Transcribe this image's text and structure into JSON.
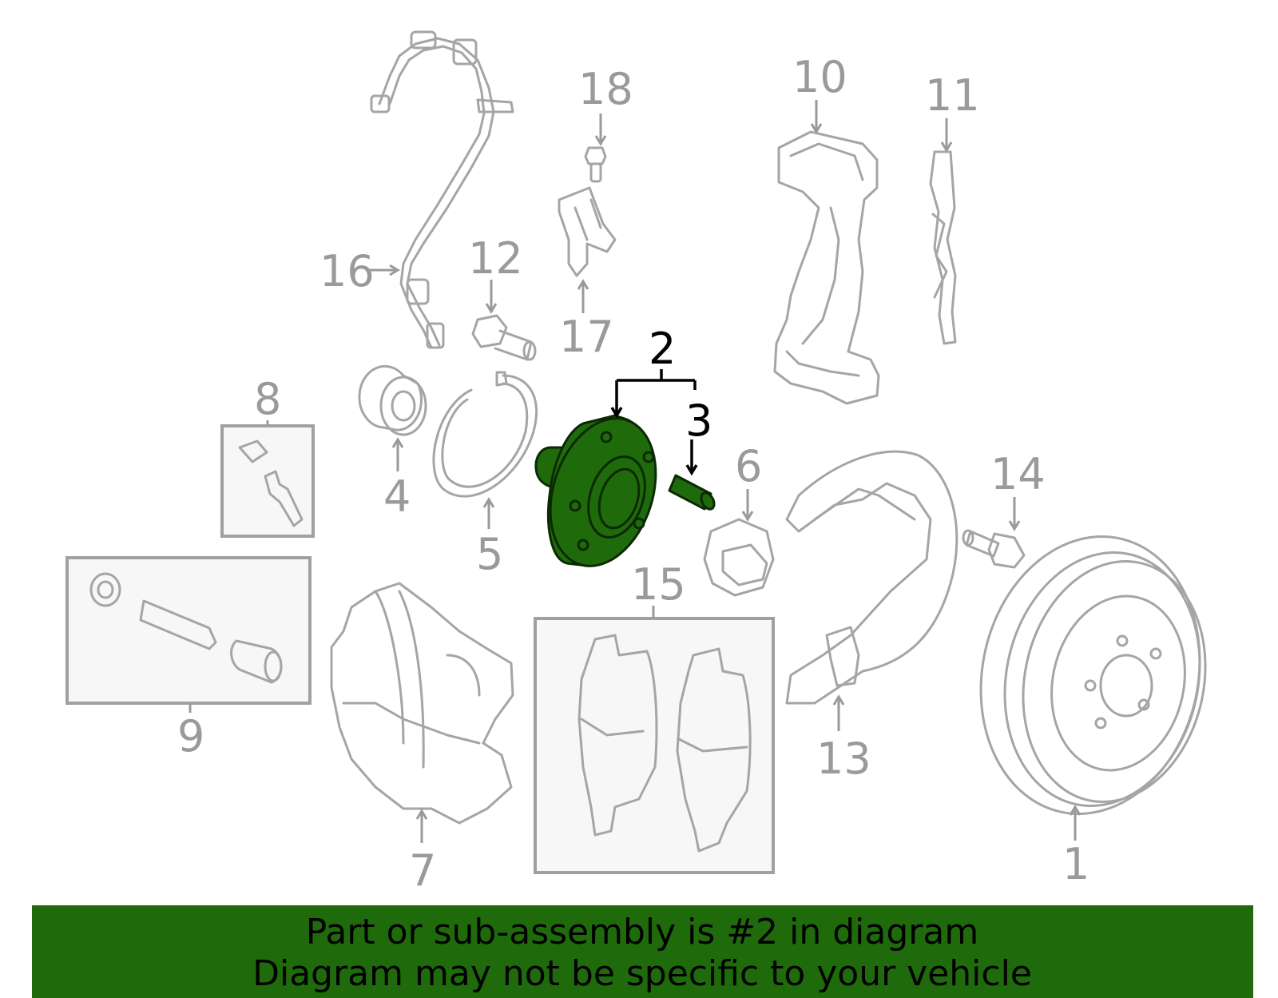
{
  "diagram": {
    "highlight_color": "#1f6b0c",
    "callouts": [
      {
        "id": "1",
        "label": "1"
      },
      {
        "id": "2",
        "label": "2",
        "selected": true
      },
      {
        "id": "3",
        "label": "3",
        "selected": true
      },
      {
        "id": "4",
        "label": "4"
      },
      {
        "id": "5",
        "label": "5"
      },
      {
        "id": "6",
        "label": "6"
      },
      {
        "id": "7",
        "label": "7"
      },
      {
        "id": "8",
        "label": "8"
      },
      {
        "id": "9",
        "label": "9"
      },
      {
        "id": "10",
        "label": "10"
      },
      {
        "id": "11",
        "label": "11"
      },
      {
        "id": "12",
        "label": "12"
      },
      {
        "id": "13",
        "label": "13"
      },
      {
        "id": "14",
        "label": "14"
      },
      {
        "id": "15",
        "label": "15"
      },
      {
        "id": "16",
        "label": "16"
      },
      {
        "id": "17",
        "label": "17"
      },
      {
        "id": "18",
        "label": "18"
      }
    ]
  },
  "banner": {
    "background": "#1f6b0c",
    "line1": "Part or sub-assembly is #2 in diagram",
    "line2": "Diagram may not be specific to your vehicle"
  }
}
